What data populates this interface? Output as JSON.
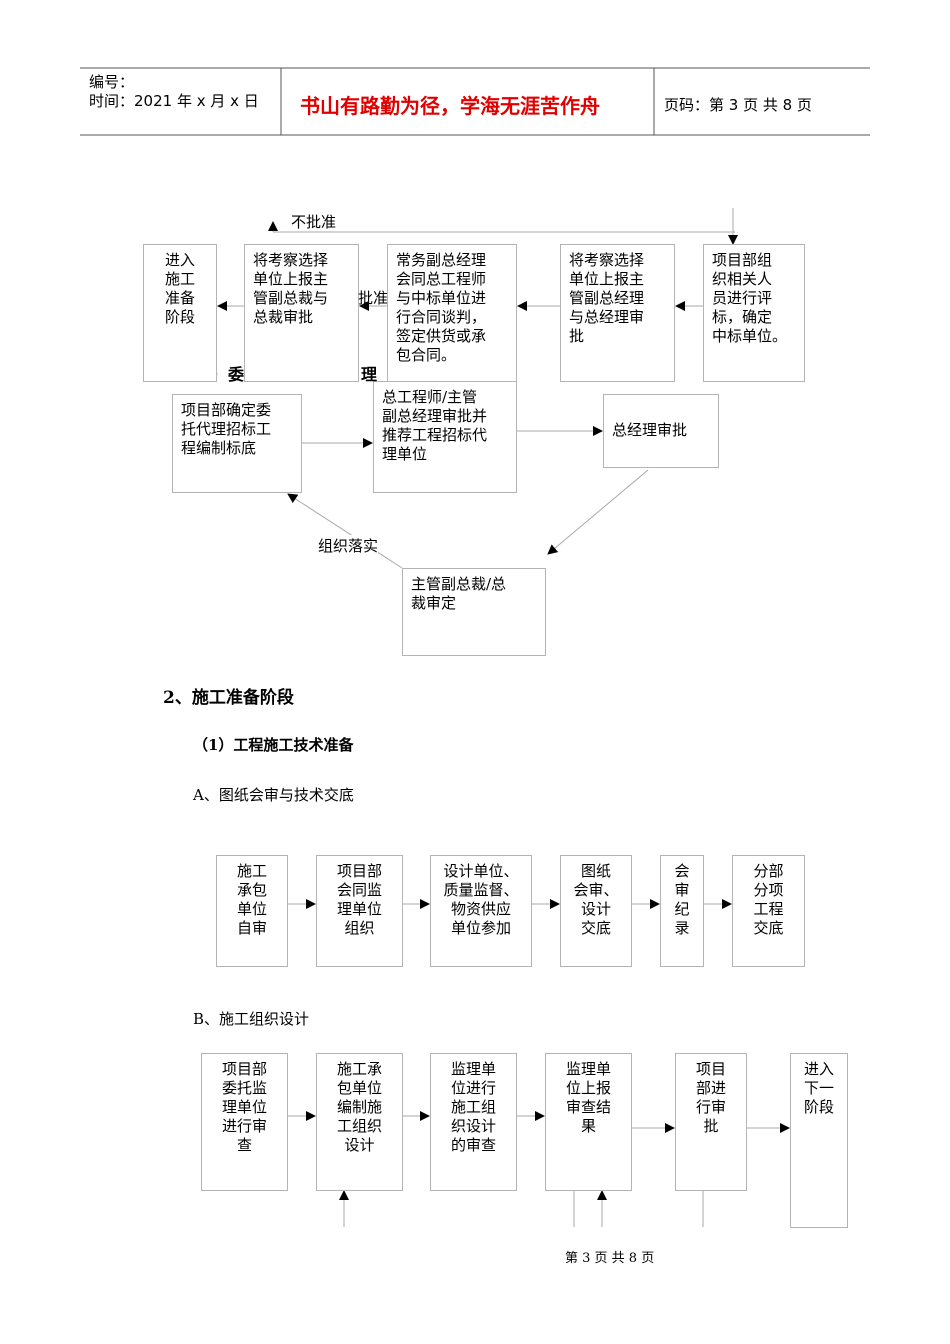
{
  "header": {
    "number_label": "编号：",
    "time_label": "时间：2021 年 x 月 x 日",
    "motto": "书山有路勤为径，学海无涯苦作舟",
    "page_label": "页码：第 3 页  共 8 页",
    "motto_color": "#e00000"
  },
  "flow1": {
    "not_approved": "不批准",
    "approved": "批准",
    "hidden_heading_left": "）委",
    "hidden_heading_right": "理",
    "organize": "组织落实",
    "boxes": [
      "进入\n施工\n准备\n阶段",
      "将考察选择\n单位上报主\n管副总裁与\n总裁审批",
      "常务副总经理\n会同总工程师\n与中标单位进\n行合同谈判，\n签定供货或承\n包合同。",
      "将考察选择\n单位上报主\n管副总经理\n与总经理审\n批",
      "项目部组\n织相关人\n员进行评\n标，确定\n中标单位。",
      "项目部确定委\n托代理招标工\n程编制标底",
      "总工程师/主管\n副总经理审批并\n推荐工程招标代\n理单位",
      "总经理审批",
      "主管副总裁/总\n裁审定"
    ]
  },
  "section2": {
    "title": "2、施工准备阶段",
    "sub1": "（1）工程施工技术准备",
    "subA": "A、图纸会审与技术交底",
    "subB": "B、施工组织设计"
  },
  "flowA": [
    "施工\n承包\n单位\n自审",
    "项目部\n会同监\n理单位\n组织",
    "设计单位、\n质量监督、\n物资供应\n单位参加",
    "图纸\n会审、\n设计\n交底",
    "会\n审\n纪\n录",
    "分部\n分项\n工程\n交底"
  ],
  "flowB": [
    "项目部\n委托监\n理单位\n进行审\n查",
    "施工承\n包单位\n编制施\n工组织\n设计",
    "监理单\n位进行\n施工组\n织设计\n的审查",
    "监理单\n位上报\n审查结\n果",
    "项目\n部进\n行审\n批",
    "进入\n下一\n阶段"
  ],
  "footer": "第 3 页 共 8 页"
}
